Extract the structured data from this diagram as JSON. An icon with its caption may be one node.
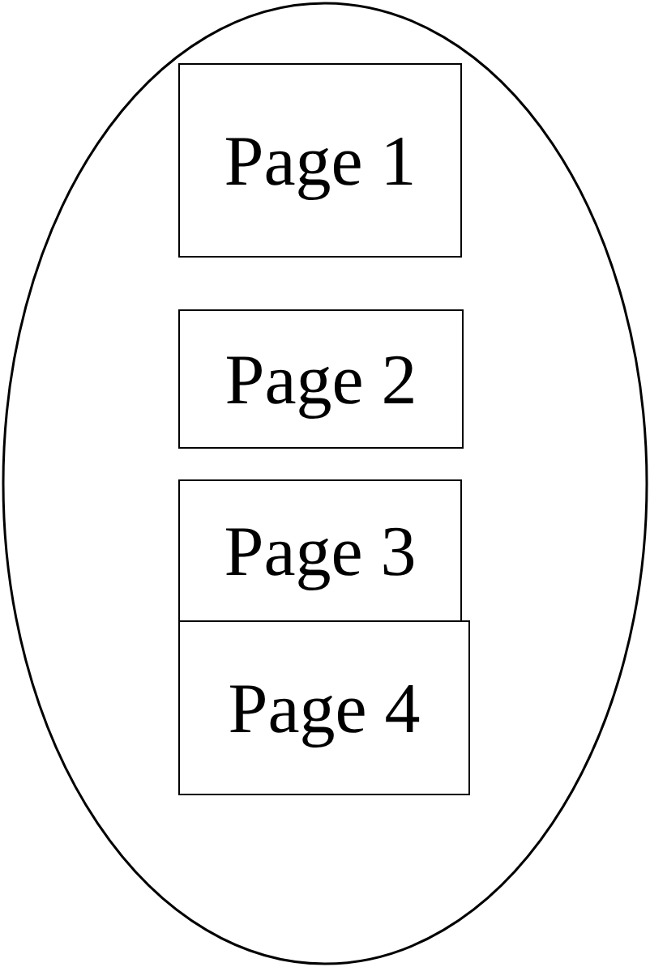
{
  "diagram": {
    "nodes": [
      {
        "text": [],
        "shape": "ellipse"
      },
      {
        "text": [
          "Page 1"
        ],
        "in": 0
      },
      {
        "text": [
          "Page 2"
        ],
        "in": 0
      },
      {
        "text": [
          "Page 3"
        ],
        "in": 0
      },
      {
        "text": [
          "Page 4"
        ],
        "in": 0
      }
    ]
  }
}
